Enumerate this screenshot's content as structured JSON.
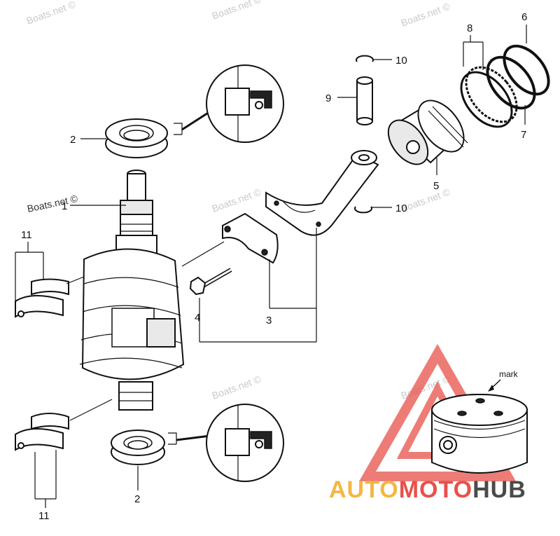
{
  "watermarks": [
    "Boats.net ©",
    "Boats.net ©",
    "Boats.net ©",
    "Boats.net ©",
    "Boats.net ©",
    "Boats.net ©",
    "Boats.net ©",
    "Boats.net ©"
  ],
  "callouts": {
    "crankshaft": "1",
    "oil_seal_top": "2",
    "oil_seal_bottom": "2",
    "rod_cap": "3",
    "rod_bolt": "4",
    "piston": "5",
    "ring_top": "6",
    "ring_second": "7",
    "ring_oil": "8",
    "piston_pin": "9",
    "clip_top": "10",
    "clip_bottom": "10",
    "bearing_upper": "11",
    "bearing_lower": "11"
  },
  "piston_inset": {
    "mark_label": "mark"
  },
  "brand": {
    "part1": "AUTO",
    "part2": "MOTO",
    "part3": "HUB"
  },
  "colors": {
    "auto": "#f3b743",
    "moto": "#e8514a",
    "hub": "#4a4a4a",
    "triangle": "#e8514a"
  }
}
